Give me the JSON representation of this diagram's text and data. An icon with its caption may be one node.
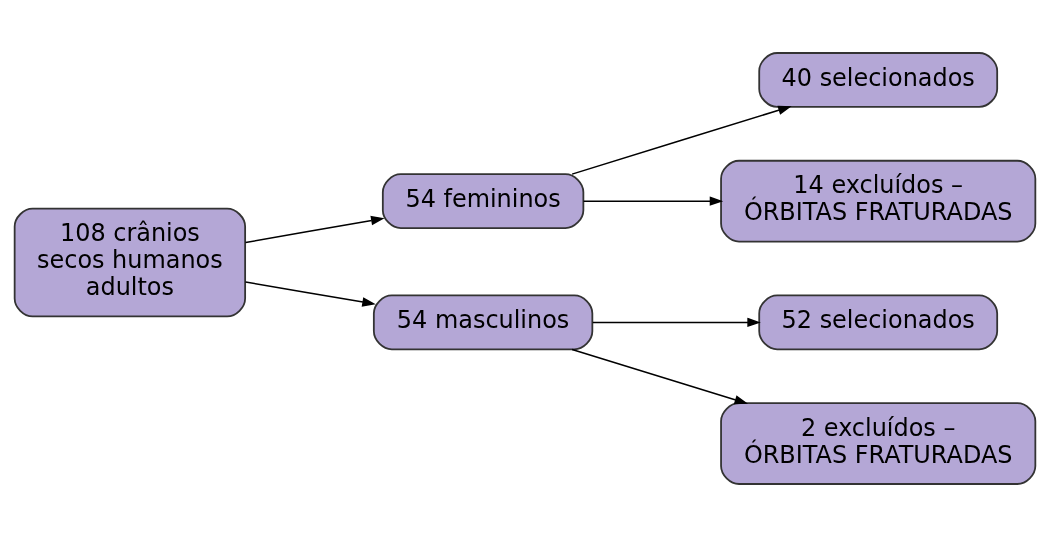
{
  "diagram": {
    "nodes": [
      {
        "text": [
          "108 crânios secos humanos adultos"
        ]
      },
      {
        "text": [
          "54 femininos"
        ]
      },
      {
        "text": [
          "40 selecionados"
        ]
      },
      {
        "text": [
          "14 excluídos – ÓRBITAS FRATURADAS"
        ]
      },
      {
        "text": [
          "54 masculinos"
        ]
      },
      {
        "text": [
          "52 selecionados"
        ]
      },
      {
        "text": [
          "2 excluídos – ÓRBITAS FRATURADAS"
        ]
      }
    ],
    "edges": [
      {
        "from": 0,
        "to": 1,
        "arrow": "to"
      },
      {
        "from": 0,
        "to": 4,
        "arrow": "to"
      },
      {
        "from": 1,
        "to": 2,
        "arrow": "to"
      },
      {
        "from": 1,
        "to": 3,
        "arrow": "to"
      },
      {
        "from": 4,
        "to": 5,
        "arrow": "to"
      },
      {
        "from": 4,
        "to": 6,
        "arrow": "to"
      }
    ]
  }
}
